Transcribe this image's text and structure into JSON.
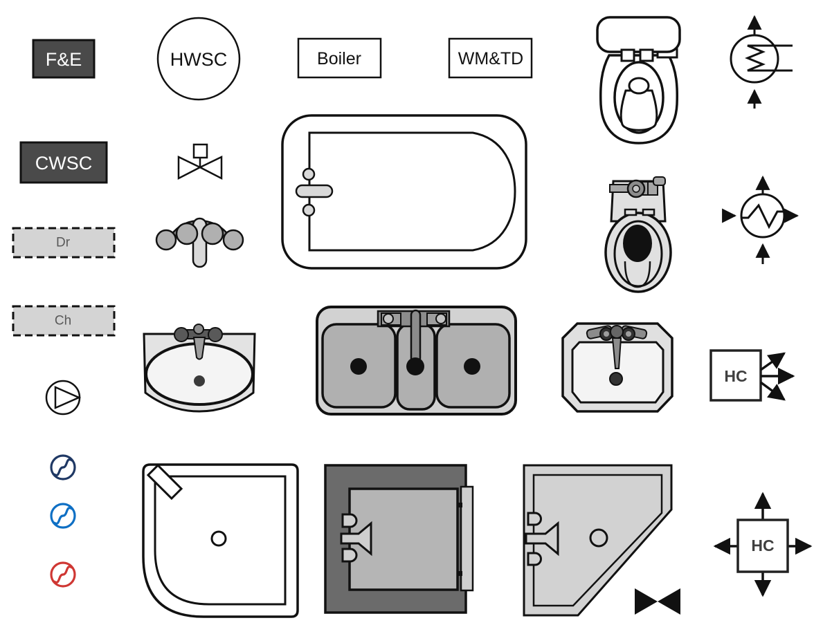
{
  "sheet": {
    "description": "Plumbing and heating plan symbol stencil sheet"
  },
  "labels": {
    "fe": "F&E",
    "hwsc": "HWSC",
    "boiler": "Boiler",
    "wmtd": "WM&TD",
    "cwsc": "CWSC",
    "dr": "Dr",
    "ch": "Ch",
    "hc_fan": "HC",
    "hc_cross": "HC"
  },
  "colors": {
    "outline": "#111111",
    "dark_fill": "#4a4a4a",
    "dashed_fill": "#d4d4d4",
    "appliance_dark": "#6b6b6b",
    "pump_navy": "#1f3864",
    "pump_blue": "#0e6fc4",
    "pump_red": "#cf3733"
  },
  "symbols": [
    {
      "name": "fe-tank-symbol",
      "label": "F&E"
    },
    {
      "name": "hwsc-cylinder-symbol",
      "label": "HWSC"
    },
    {
      "name": "boiler-symbol",
      "label": "Boiler"
    },
    {
      "name": "wm-td-symbol",
      "label": "WM&TD"
    },
    {
      "name": "toilet-top-view-symbol",
      "label": ""
    },
    {
      "name": "heater-coil-exchanger-icon",
      "label": ""
    },
    {
      "name": "cwsc-cistern-symbol",
      "label": "CWSC"
    },
    {
      "name": "gate-valve-symbol",
      "label": ""
    },
    {
      "name": "mixer-tap-symbol",
      "label": ""
    },
    {
      "name": "bathtub-symbol",
      "label": ""
    },
    {
      "name": "toilet-front-view-symbol",
      "label": ""
    },
    {
      "name": "heat-exchanger-flow-icon",
      "label": ""
    },
    {
      "name": "drain-box-symbol",
      "label": "Dr"
    },
    {
      "name": "channel-box-symbol",
      "label": "Ch"
    },
    {
      "name": "pump-symbol",
      "label": ""
    },
    {
      "name": "wash-basin-symbol",
      "label": ""
    },
    {
      "name": "double-sink-symbol",
      "label": ""
    },
    {
      "name": "lavatory-sink-symbol",
      "label": ""
    },
    {
      "name": "hc-fan-out-symbol",
      "label": "HC"
    },
    {
      "name": "pump-navy-icon",
      "label": ""
    },
    {
      "name": "pump-blue-icon",
      "label": ""
    },
    {
      "name": "pump-red-icon",
      "label": ""
    },
    {
      "name": "shower-tray-symbol",
      "label": ""
    },
    {
      "name": "washing-machine-symbol",
      "label": ""
    },
    {
      "name": "corner-shower-symbol",
      "label": ""
    },
    {
      "name": "black-valve-icon",
      "label": ""
    },
    {
      "name": "hc-cross-symbol",
      "label": "HC"
    }
  ]
}
